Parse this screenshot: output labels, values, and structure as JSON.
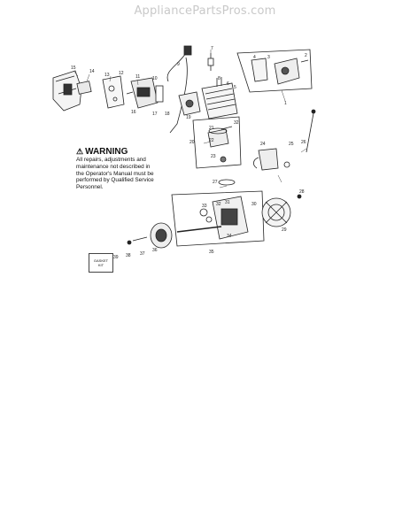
{
  "watermark": "AppliancePartsPros.com",
  "warning": {
    "title": "WARNING",
    "lines": [
      "All repairs, adjustments and",
      "maintenance not described in",
      "the Operator's Manual must be",
      "performed by Qualified Service",
      "Personnel."
    ]
  },
  "gasket_kit": [
    "GASKET",
    "KIT"
  ],
  "callouts": {
    "n1": "1",
    "n2": "2",
    "n3": "3",
    "n4": "4",
    "n5": "5",
    "n6": "6",
    "n7": "7",
    "n8": "8",
    "n9": "9",
    "n10": "10",
    "n11": "11",
    "n12": "12",
    "n13": "13",
    "n14": "14",
    "n15": "15",
    "n16": "16",
    "n17": "17",
    "n18": "18",
    "n19": "19",
    "n20": "20",
    "n21": "21",
    "n22": "22",
    "n23": "23",
    "n24": "24",
    "n25": "25",
    "n26": "26",
    "n27": "27",
    "n28": "28",
    "n29": "29",
    "n30": "30",
    "n31": "31",
    "n32": "32",
    "n33": "33",
    "n34": "34",
    "n35": "35",
    "n36": "36",
    "n37": "37",
    "n38": "38",
    "n39": "39"
  }
}
